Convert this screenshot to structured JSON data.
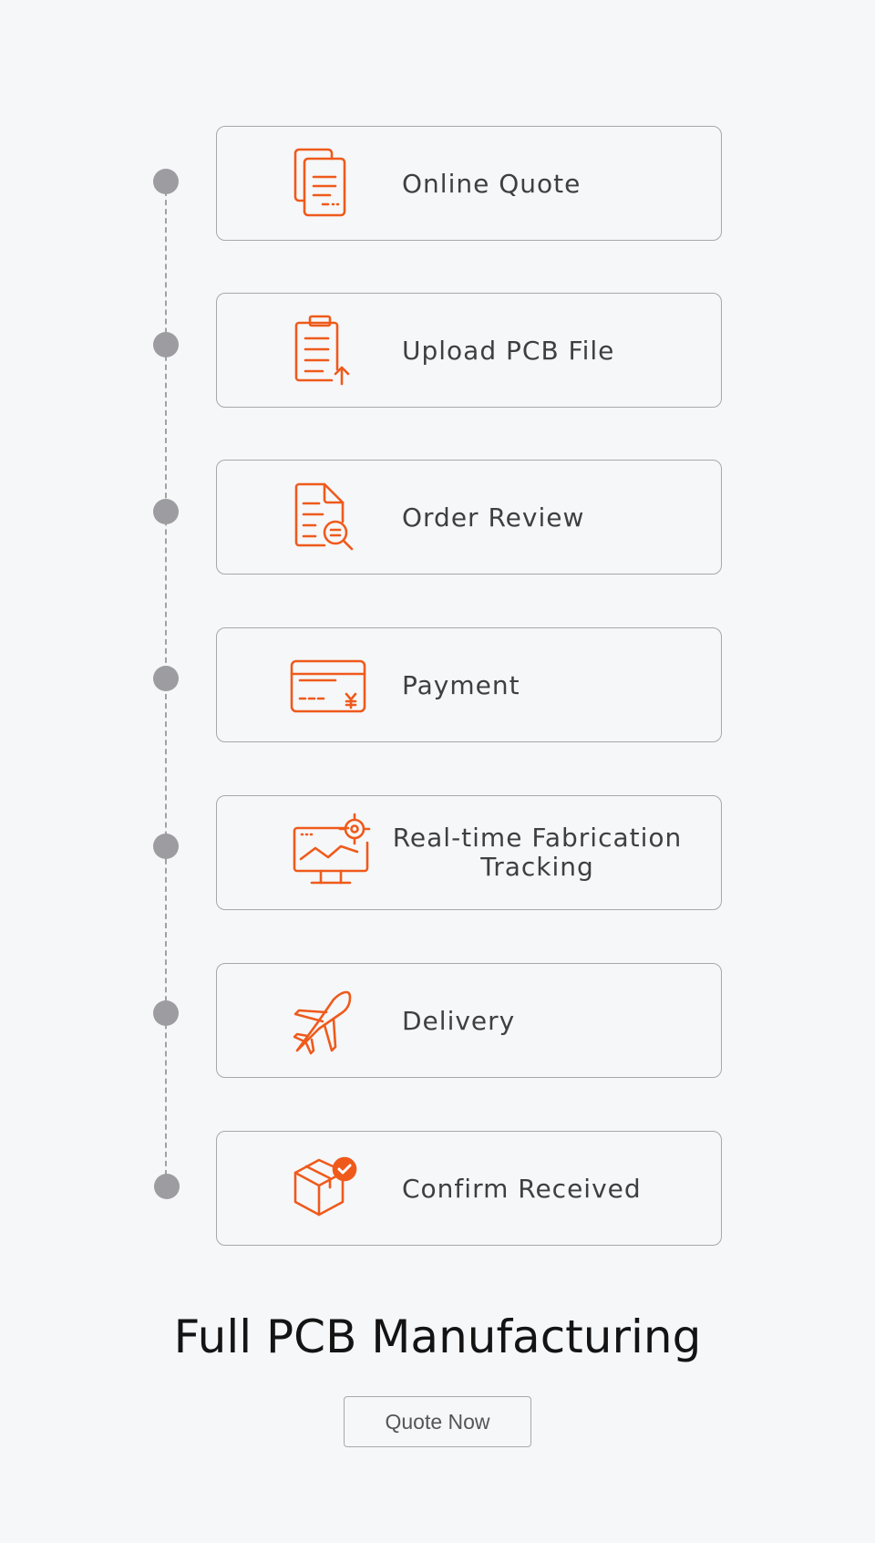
{
  "steps": [
    {
      "label": "Online Quote",
      "icon": "document-stack-icon"
    },
    {
      "label": "Upload PCB File",
      "icon": "clipboard-upload-icon"
    },
    {
      "label": "Order Review",
      "icon": "document-search-icon"
    },
    {
      "label": "Payment",
      "icon": "credit-card-icon"
    },
    {
      "label": "Real-time Fabrication Tracking",
      "icon": "monitor-tracking-icon"
    },
    {
      "label": "Delivery",
      "icon": "airplane-icon"
    },
    {
      "label": "Confirm Received",
      "icon": "package-check-icon"
    }
  ],
  "title": "Full PCB Manufacturing",
  "cta": {
    "label": "Quote Now"
  },
  "colors": {
    "accent": "#ef5a1b",
    "text": "#3f3f41",
    "background": "#f6f7f9",
    "border": "#a8a8ac",
    "timeline_dot": "#9d9da1"
  }
}
